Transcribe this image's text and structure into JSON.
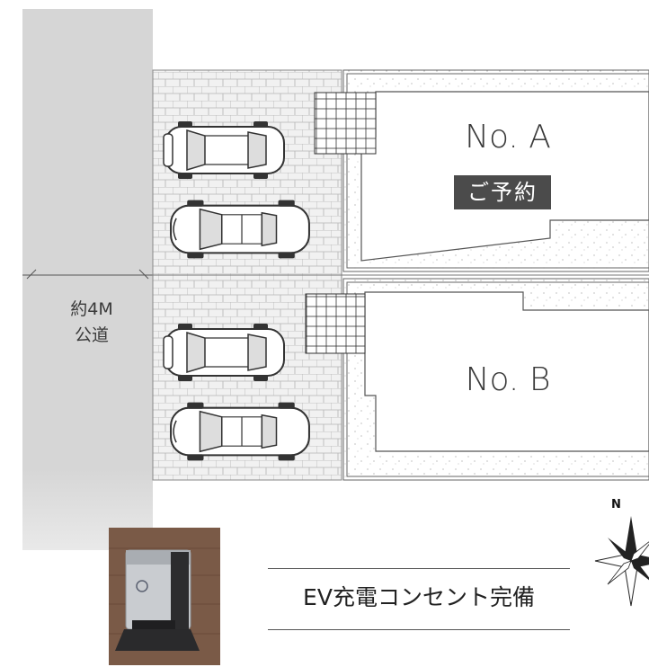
{
  "road": {
    "label_line1": "約4M",
    "label_line2": "公道"
  },
  "lots": [
    {
      "name": "No. A",
      "badge": "ご予約"
    },
    {
      "name": "No. B"
    }
  ],
  "compass": {
    "north_label": "N"
  },
  "ev": {
    "text": "EV充電コンセント完備"
  },
  "icons": [
    "car-icon",
    "compass-icon",
    "ev-charger-photo"
  ],
  "colors": {
    "road": "#d6d6d6",
    "badge": "#4b4b4b",
    "line": "#666666"
  }
}
